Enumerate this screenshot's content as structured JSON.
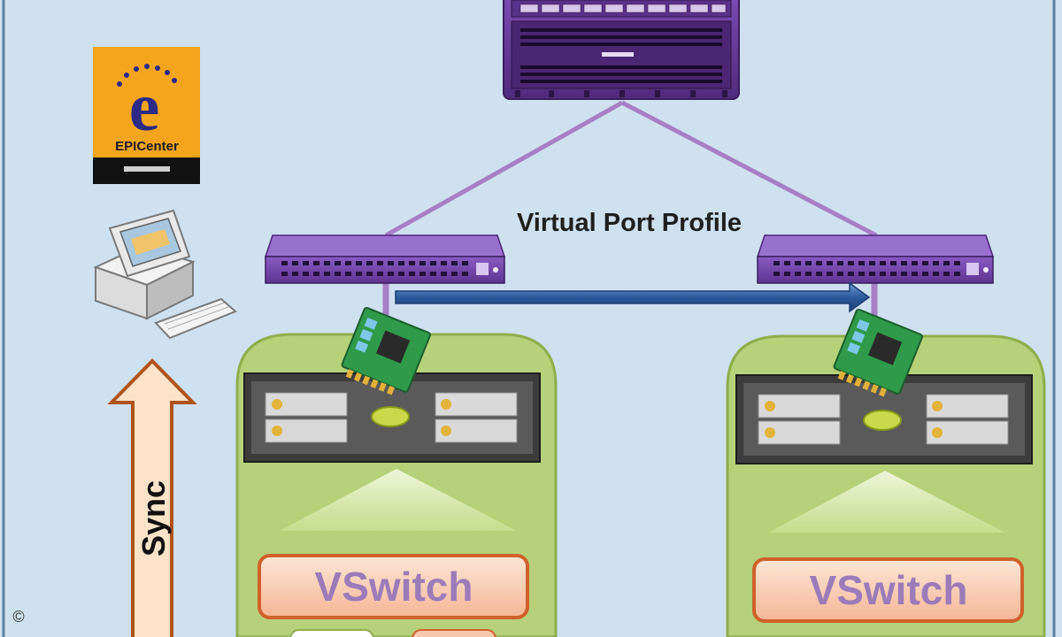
{
  "labels": {
    "virtual_port_profile": "Virtual Port Profile",
    "sync": "Sync",
    "vswitch_left": "VSwitch",
    "vswitch_right": "VSwitch",
    "copyright": "©"
  },
  "logo": {
    "letter": "e",
    "name": "EPICenter"
  },
  "colors": {
    "background": "#cfe0ef",
    "frame": "#5b7fa6",
    "switch_purple": "#6b3aa0",
    "link_purple": "#a77fc5",
    "server_green": "#b6d17a",
    "vswitch_fill": "#f7c8ae",
    "vswitch_border": "#d0612b",
    "sync_arrow_fill": "#fde3c8",
    "sync_arrow_border": "#b0531c",
    "migration_arrow": "#2d5a9b",
    "logo_orange": "#f4a51c"
  },
  "icons": {
    "core_switch": "core-switch-chassis-icon",
    "edge_switch": "edge-switch-icon",
    "nic": "network-card-icon",
    "workstation": "computer-workstation-icon",
    "server": "server-chassis-icon"
  }
}
